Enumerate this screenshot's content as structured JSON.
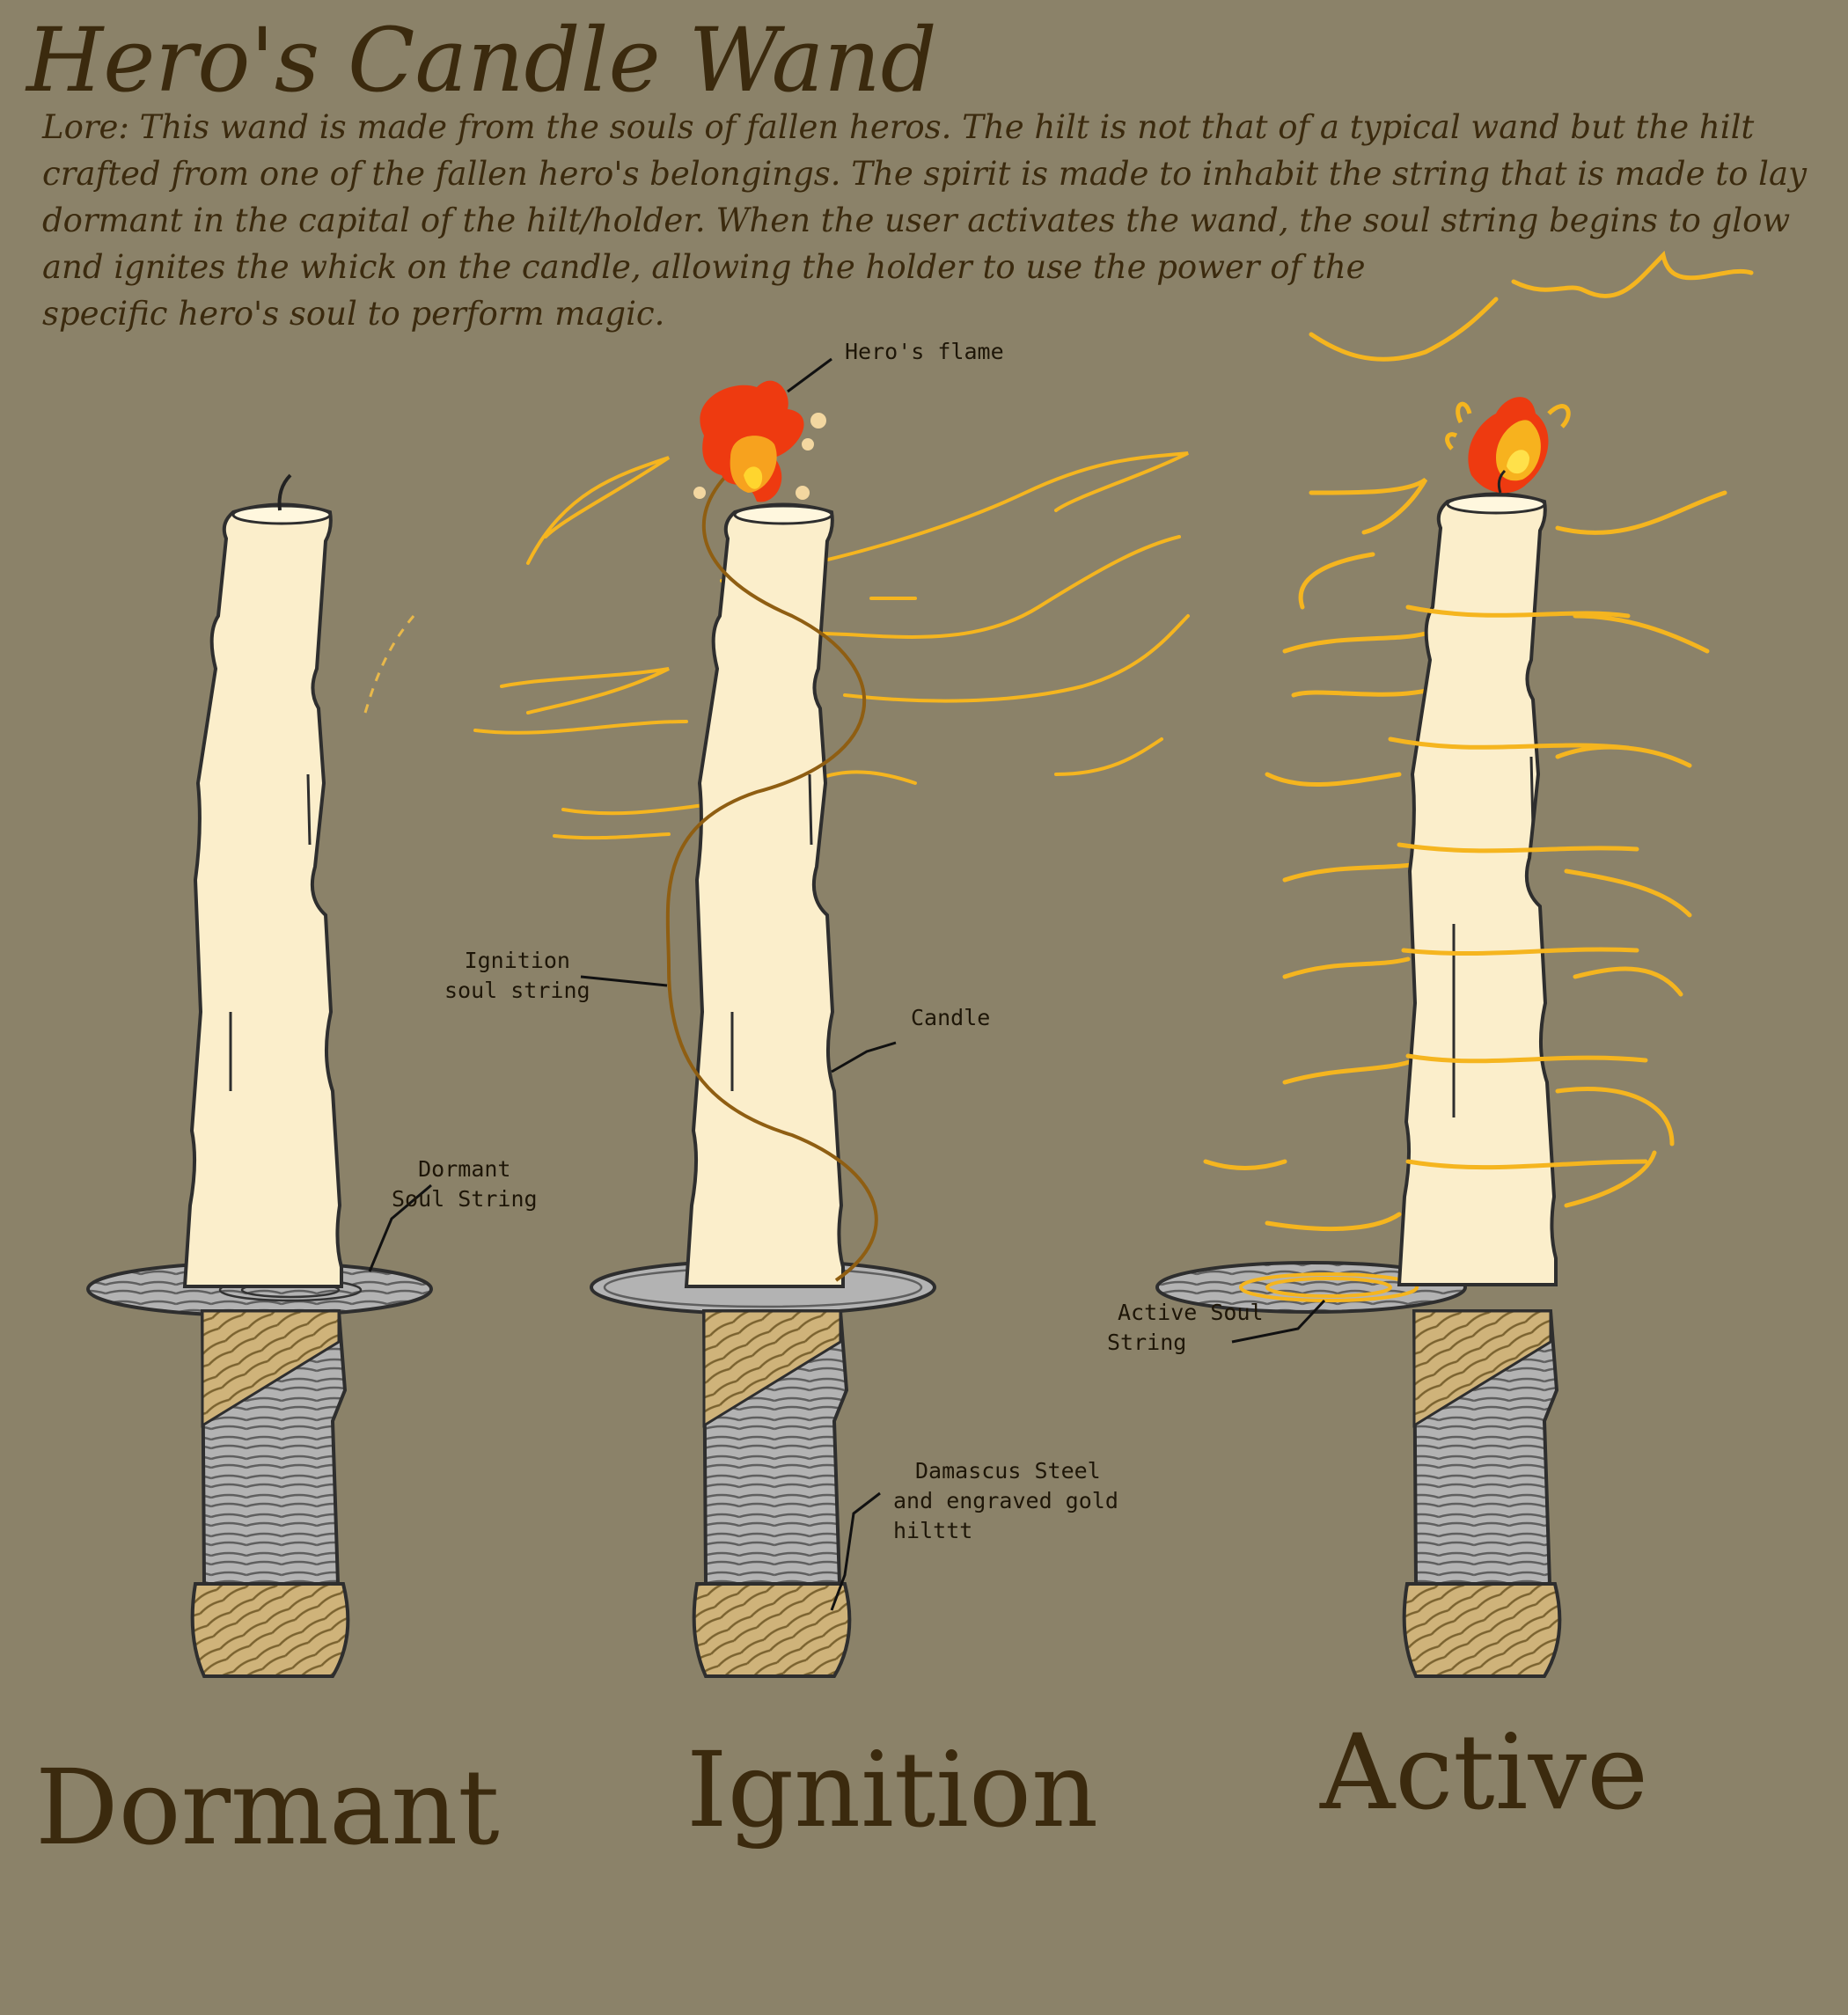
{
  "title": "Hero's Candle Wand",
  "lore": {
    "lines": [
      "Lore: This wand is made from the souls of fallen heros. The hilt is not that of a typical wand but the hilt",
      "crafted from one of the fallen hero's belongings. The spirit is made to inhabit the string that is made to lay",
      "dormant in the capital of the hilt/holder. When the user activates the wand, the soul string begins to glow",
      "and ignites the whick on the candle, allowing the holder to use the power of the",
      "specific hero's soul to perform magic."
    ]
  },
  "labels": {
    "heros_flame": "Hero's flame",
    "ignition_soul_string_1": "Ignition",
    "ignition_soul_string_2": "soul string",
    "candle": "Candle",
    "dormant_soul_string_1": "Dormant",
    "dormant_soul_string_2": "Soul String",
    "active_soul_string_1": "Active Soul",
    "active_soul_string_2": "String",
    "hilt_1": "Damascus Steel",
    "hilt_2": "and engraved gold",
    "hilt_3": "hilttt"
  },
  "stages": {
    "dormant": "Dormant",
    "ignition": "Ignition",
    "active": "Active"
  },
  "colors": {
    "background": "#8b8269",
    "candle": "#fbeecb",
    "steel": "#b3b3b3",
    "gold": "#cfb37a",
    "glow": "#f5b51f",
    "flame_red": "#f04a12",
    "flame_orange": "#f7a21e",
    "text": "#3b2a0e"
  }
}
